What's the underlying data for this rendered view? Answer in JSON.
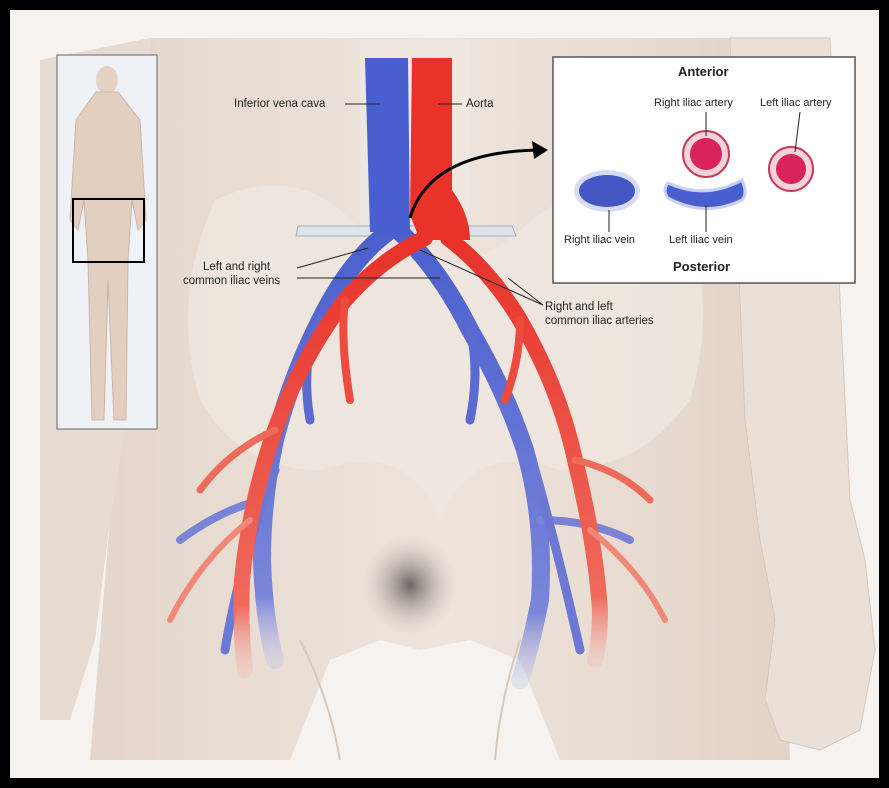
{
  "labels": {
    "ivc": "Inferior vena cava",
    "aorta": "Aorta",
    "veins_line1": "Left and right",
    "veins_line2": "common iliac veins",
    "arteries_line1": "Right and left",
    "arteries_line2": "common iliac arteries"
  },
  "inset": {
    "anterior": "Anterior",
    "posterior": "Posterior",
    "right_iliac_artery": "Right iliac artery",
    "left_iliac_artery": "Left iliac artery",
    "right_iliac_vein": "Right iliac vein",
    "left_iliac_vein": "Left iliac vein"
  },
  "colors": {
    "artery": "#e8322a",
    "vein": "#4a5fcf",
    "skin": "#e9dcd2",
    "background": "#f5f2ef",
    "frame": "#000000"
  }
}
